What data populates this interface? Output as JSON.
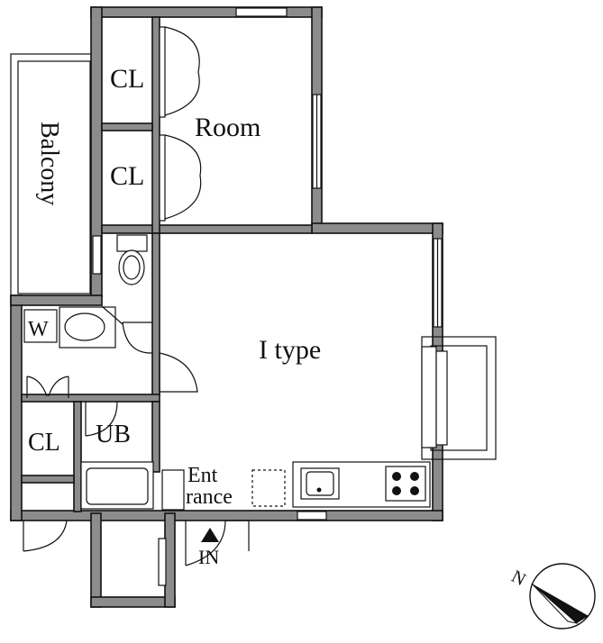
{
  "labels": {
    "room": "Room",
    "cl_top": "CL",
    "cl_middle": "CL",
    "cl_bottom": "CL",
    "balcony": "Balcony",
    "main_room": "I type",
    "w": "W",
    "ub": "UB",
    "entrance_line1": "Ent",
    "entrance_line2": "rance",
    "in": "IN",
    "north": "N"
  }
}
